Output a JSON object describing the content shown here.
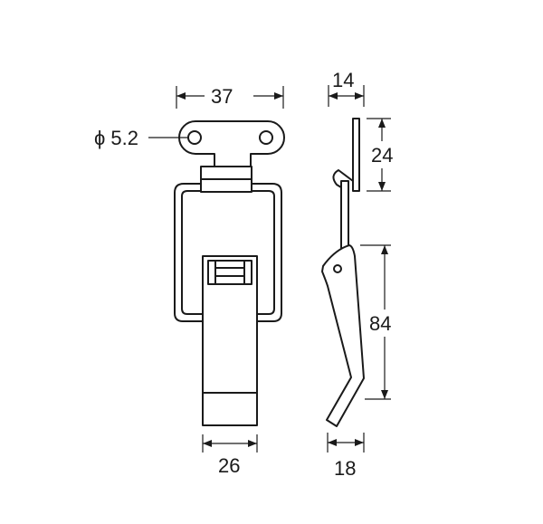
{
  "dimensions": {
    "hole_diameter_label": "ϕ 5.2",
    "plate_width": "37",
    "side_thickness": "14",
    "hook_height": "24",
    "lever_length": "84",
    "lever_width": "26",
    "lever_throw": "18"
  }
}
